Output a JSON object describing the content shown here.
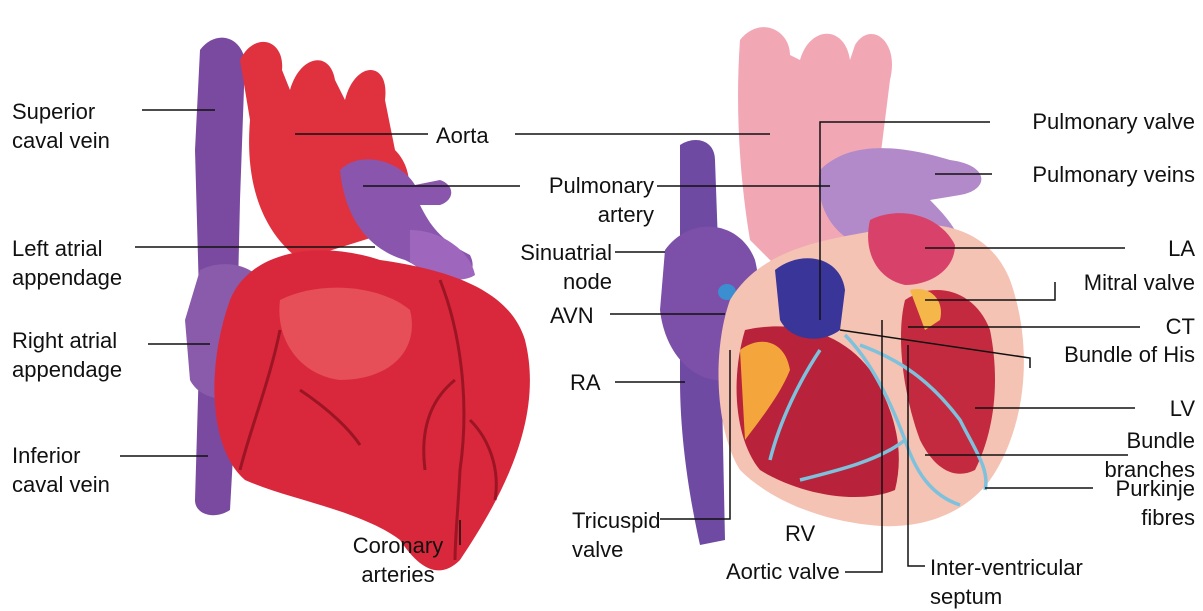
{
  "left_labels": {
    "superior_caval_vein": [
      "Superior",
      "caval vein"
    ],
    "left_atrial_appendage": [
      "Left atrial",
      "appendage"
    ],
    "right_atrial_appendage": [
      "Right atrial",
      "appendage"
    ],
    "inferior_caval_vein": [
      "Inferior",
      "caval vein"
    ],
    "aorta": "Aorta",
    "coronary_arteries": [
      "Coronary",
      "arteries"
    ]
  },
  "right_labels": {
    "pulmonary_artery": [
      "Pulmonary",
      "artery"
    ],
    "sinuatrial_node": [
      "Sinuatrial",
      "node"
    ],
    "avn": "AVN",
    "ra": "RA",
    "tricuspid_valve": [
      "Tricuspid",
      "valve"
    ],
    "rv": "RV",
    "aortic_valve": "Aortic valve",
    "inter_ventricular_septum": [
      "Inter-ventricular",
      "septum"
    ],
    "pulmonary_valve": "Pulmonary valve",
    "pulmonary_veins": "Pulmonary veins",
    "la": "LA",
    "mitral_valve": "Mitral valve",
    "ct": "CT",
    "bundle_of_his": "Bundle of His",
    "lv": "LV",
    "bundle_branches": [
      "Bundle",
      "branches"
    ],
    "purkinje_fibres": [
      "Purkinje",
      "fibres"
    ]
  },
  "colors": {
    "background": "#ffffff",
    "heart_red": "#d8283a",
    "heart_light": "#ef6a6a",
    "vein_purple": "#8b5aa8",
    "vessel_pink": "#f2a3b0",
    "conduction_blue": "#6fb8d8",
    "leader_line": "#111111"
  }
}
